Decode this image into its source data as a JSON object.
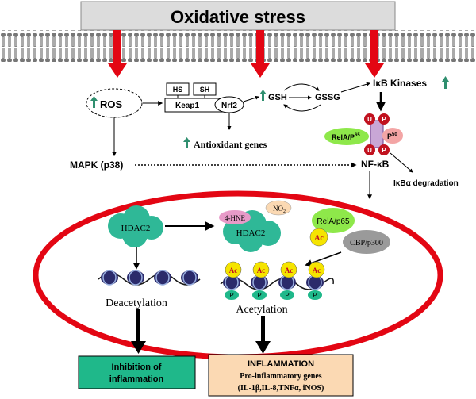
{
  "title": "Oxidative stress",
  "ros": "ROS",
  "hs": "HS",
  "sh": "SH",
  "keap1": "Keap1",
  "nrf2": "Nrf2",
  "gsh": "GSH",
  "gssg": "GSSG",
  "ikb_kinases": "IκB Kinases",
  "antioxidant_genes": "Antioxidant genes",
  "mapk": "MAPK (p38)",
  "relA_p65_top_main": "RelA/P",
  "relA_p65_top_sup": "65",
  "p50_main": "P",
  "p50_sup": "50",
  "u": "U",
  "p": "P",
  "nfkb": "NF-κB",
  "ikba_degradation": "IκBα degradation",
  "hdac2": "HDAC2",
  "four_hne": "4-HNE",
  "no2_main": "NO",
  "no2_sub": "2",
  "relA_p65": "RelA/p65",
  "ac": "Ac",
  "cbp_p300": "CBP/p300",
  "deacetylation": "Deacetylation",
  "acetylation": "Acetylation",
  "inhibition_line1": "Inhibition of",
  "inhibition_line2": "inflammation",
  "inflammation_title": "INFLAMMATION",
  "inflammation_line2": "Pro-inflammatory genes",
  "inflammation_line3": "(IL-1β,IL-8,TNFα, iNOS)",
  "colors": {
    "red": "#e30613",
    "green_cloud": "#2fb897",
    "teal_box": "#1fb88a",
    "peach_box": "#fbd9b3",
    "pink": "#e89ac8",
    "lime": "#8ee84a",
    "grey": "#9a9a9a",
    "yellow": "#f5e400",
    "arrow_green": "#2f8f6f"
  }
}
